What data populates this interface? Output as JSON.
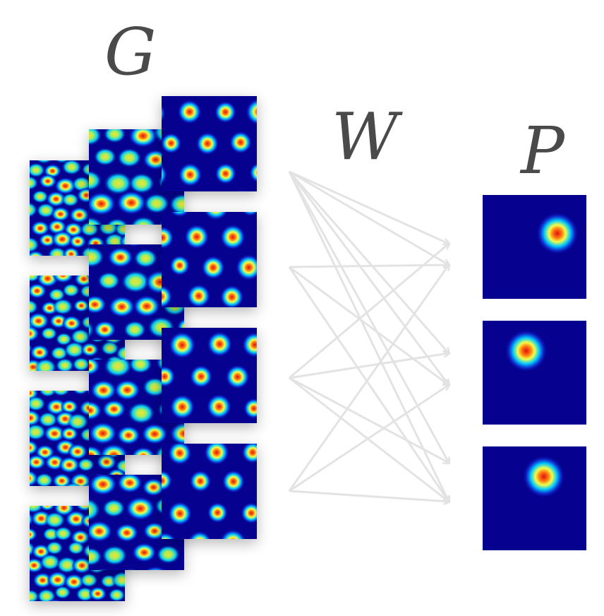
{
  "labels": {
    "grid": "G",
    "weights": "W",
    "place": "P"
  },
  "colors": {
    "background": "#ffffff",
    "map_base": "#06028f",
    "field_mid": "#00c8ff",
    "field_high": "#f0ff4a",
    "peak": "#e01010",
    "arrow": "#e3e3e3",
    "label": "#4a4a4a"
  },
  "grid_modules": [
    {
      "name": "small-scale",
      "spacing": "fine",
      "tiles": 4
    },
    {
      "name": "medium-scale",
      "spacing": "medium",
      "tiles": 4
    },
    {
      "name": "large-scale",
      "spacing": "coarse",
      "tiles": 4
    }
  ],
  "place_fields": [
    {
      "peak_x": 0.72,
      "peak_y": 0.37
    },
    {
      "peak_x": 0.42,
      "peak_y": 0.29
    },
    {
      "peak_x": 0.59,
      "peak_y": 0.29
    }
  ],
  "connections": {
    "sources": 4,
    "targets": 6,
    "fully_connected": true
  }
}
